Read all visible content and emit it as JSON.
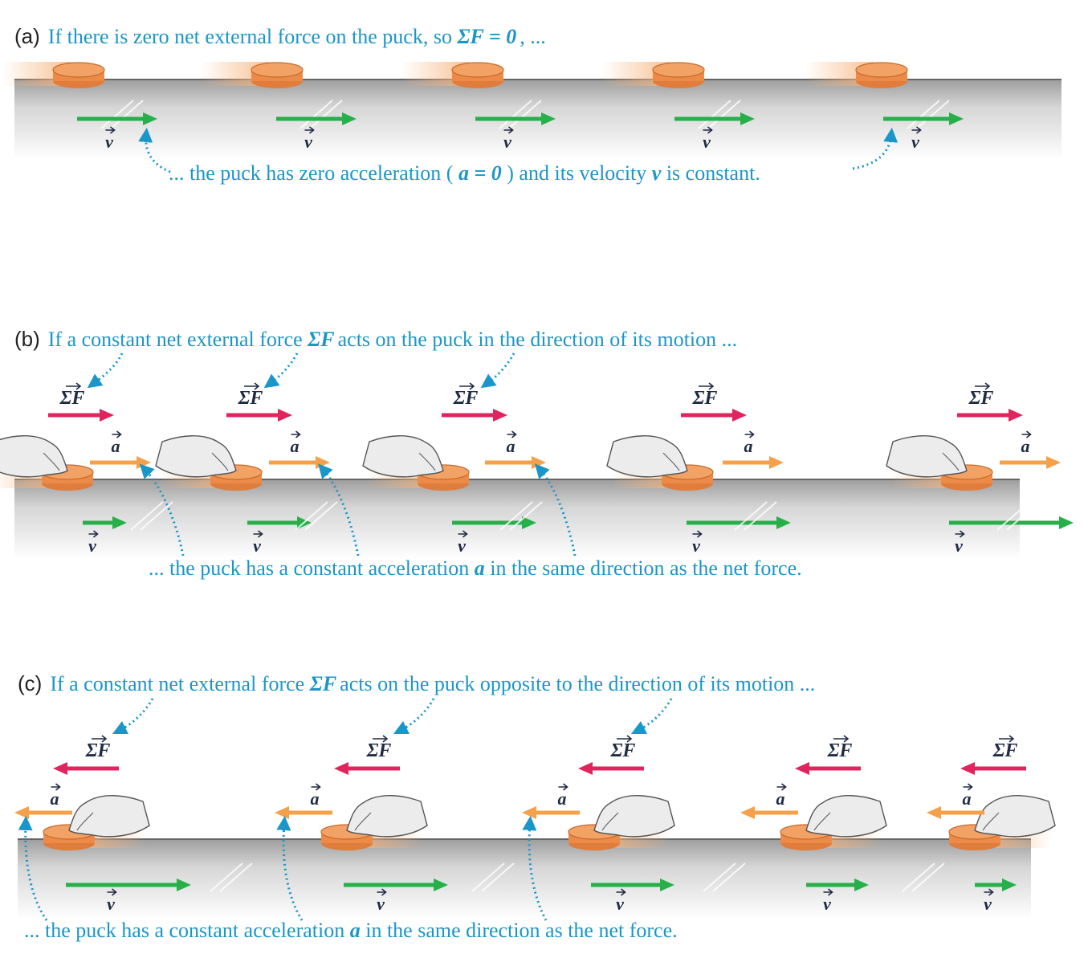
{
  "panels": [
    {
      "id": "a",
      "label": "(a)",
      "caption_prefix": "If there is zero net external force on the puck, so ",
      "caption_math": "ΣF = 0",
      "caption_suffix": ", ...",
      "note_prefix": "... the puck has zero acceleration (",
      "note_math": "a = 0",
      "note_mid": ") and its velocity ",
      "note_var": "v",
      "note_suffix": " is constant.",
      "velocity_label": "v",
      "velocity_lengths": [
        1,
        1,
        1,
        1,
        1
      ]
    },
    {
      "id": "b",
      "label": "(b)",
      "caption_prefix": "If a constant net external force ",
      "caption_math": "ΣF",
      "caption_suffix": " acts on the puck in the direction of its motion ...",
      "note_prefix": "... the puck has a constant acceleration ",
      "note_var": "a",
      "note_suffix": " in the same direction as the net force.",
      "force_label": "ΣF",
      "accel_label": "a",
      "velocity_label": "v",
      "velocity_lengths": [
        1,
        2,
        3,
        4,
        5
      ]
    },
    {
      "id": "c",
      "label": "(c)",
      "caption_prefix": "If a constant net external force ",
      "caption_math": "ΣF",
      "caption_suffix": " acts on the puck opposite to the direction of its motion ...",
      "note_prefix": "... the puck has a constant acceleration ",
      "note_var": "a",
      "note_suffix": " in the same direction as the net force.",
      "force_label": "ΣF",
      "accel_label": "a",
      "velocity_label": "v",
      "velocity_lengths": [
        5,
        4,
        3,
        2,
        1
      ]
    }
  ],
  "colors": {
    "caption": "#1a96c9",
    "velocity": "#27b04a",
    "force": "#e0245e",
    "acceleration": "#f5a04a",
    "puck": "#f3a265",
    "surface": "#c9c9c9"
  }
}
